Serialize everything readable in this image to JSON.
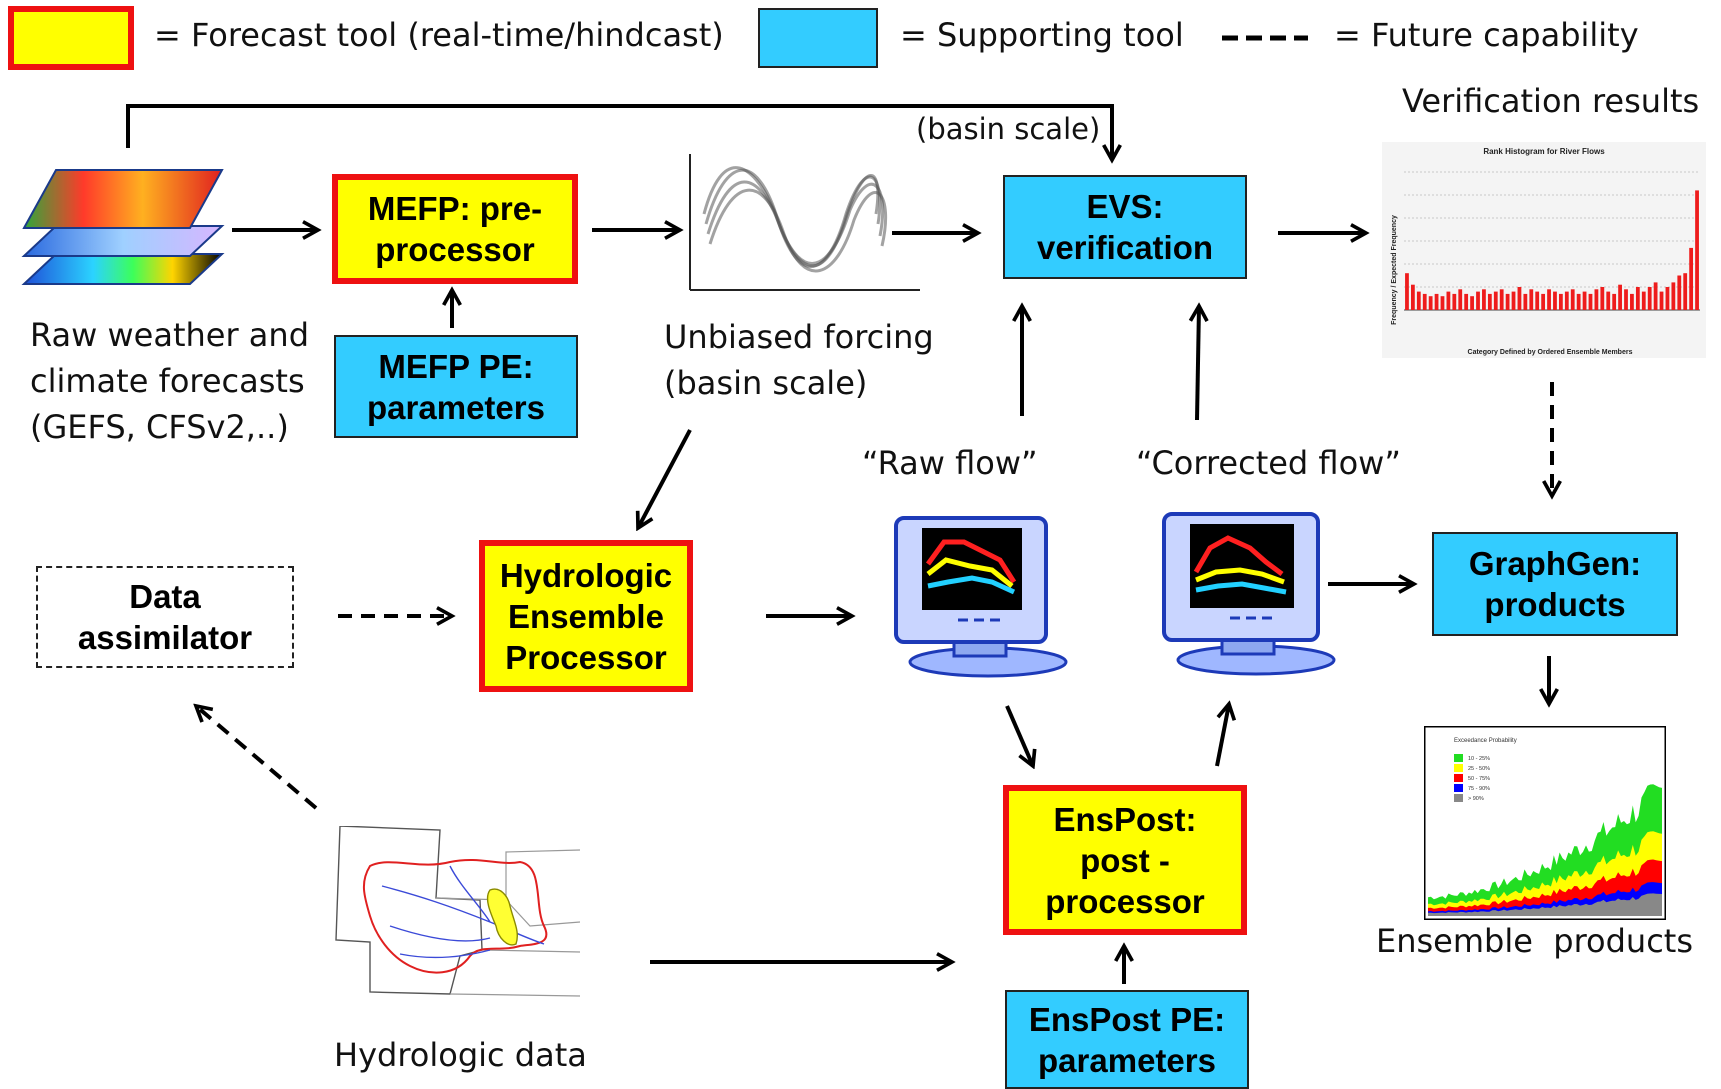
{
  "legend": {
    "forecast_tool": "= Forecast tool (real-time/hindcast)",
    "supporting_tool": "= Supporting tool",
    "future_capability": "= Future capability"
  },
  "colors": {
    "forecast_fill": "#ffff00",
    "forecast_border": "#ee1111",
    "supporting_fill": "#33ccff"
  },
  "boxes": {
    "mefp": "MEFP: pre-\nprocessor",
    "mefp_pe": "MEFP PE:\nparameters",
    "evs": "EVS:\nverification",
    "hep": "Hydrologic\nEnsemble\nProcessor",
    "data_assimilator": "Data\nassimilator",
    "graphgen": "GraphGen:\nproducts",
    "enspost": "EnsPost:\npost -\nprocessor",
    "enspost_pe": "EnsPost PE:\nparameters"
  },
  "labels": {
    "basin_scale": "(basin scale)",
    "verification_results": "Verification results",
    "raw_weather": "Raw weather and\nclimate forecasts\n(GEFS, CFSv2,..)",
    "unbiased_forcing": "Unbiased forcing\n(basin scale)",
    "raw_flow": "“Raw flow”",
    "corrected_flow": "“Corrected flow”",
    "ensemble_products": "Ensemble  products",
    "hydrologic_data": "Hydrologic data"
  },
  "rank_histogram": {
    "title": "Rank Histogram for River Flows",
    "ylabel": "Frequency / Expected Frequency",
    "xlabel": "Category Defined by Ordered Ensemble Members",
    "values": [
      1.6,
      1.1,
      0.8,
      0.7,
      0.6,
      0.7,
      0.6,
      0.8,
      0.7,
      0.9,
      0.7,
      0.6,
      0.8,
      0.9,
      0.7,
      0.8,
      0.9,
      0.7,
      0.8,
      1.0,
      0.7,
      0.9,
      0.8,
      0.7,
      0.9,
      0.8,
      0.7,
      0.8,
      0.9,
      0.7,
      0.8,
      0.7,
      0.9,
      1.0,
      0.8,
      0.7,
      1.1,
      0.9,
      0.7,
      1.0,
      0.8,
      1.0,
      1.2,
      0.8,
      1.0,
      1.2,
      1.5,
      1.6,
      2.7,
      5.2
    ]
  },
  "ensemble_chart": {
    "legend_title": "Exceedance\nProbability",
    "legend_items": [
      {
        "label": "10 - 25%",
        "color": "#22dd22"
      },
      {
        "label": "25 - 50%",
        "color": "#ffff00"
      },
      {
        "label": "50 - 75%",
        "color": "#ff0000"
      },
      {
        "label": "75 - 90%",
        "color": "#0000ff"
      },
      {
        "label": "> 90%",
        "color": "#888888"
      }
    ]
  }
}
